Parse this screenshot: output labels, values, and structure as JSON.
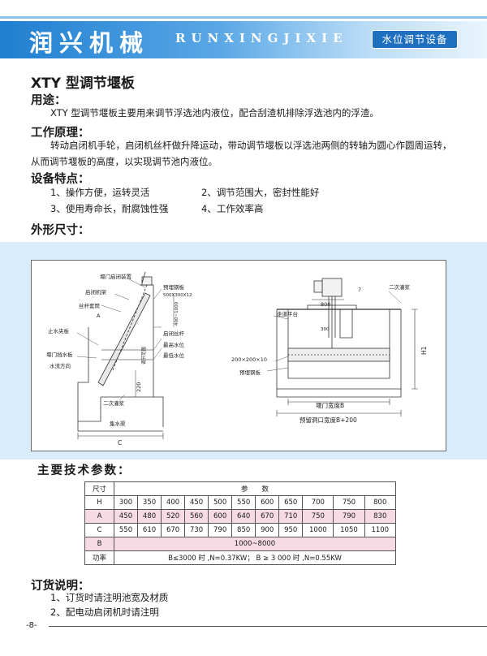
{
  "header": {
    "brand": "润兴机械",
    "pinyin": "RUNXINGJIXIE",
    "category": "水位调节设备"
  },
  "title": "XTY 型调节堰板",
  "sections": {
    "usage": {
      "heading": "用途：",
      "text": "XTY 型调节堰板主要用来调节浮选池内液位，配合刮渣机排除浮选池内的浮渣。"
    },
    "principle": {
      "heading": "工作原理：",
      "line1": "转动启闭机手轮，启闭机丝杆做升降运动，带动调节堰板以浮选池两侧的转轴为圆心作圆周运转，",
      "line2": "从而调节堰板的高度，以实现调节池内液位。"
    },
    "features": {
      "heading": "设备特点：",
      "items": [
        "1、操作方便，运转灵活",
        "2、调节范围大，密封性能好",
        "3、使用寿命长，耐腐蚀性强",
        "4、工作效率高"
      ]
    },
    "dimensions": {
      "heading": "外形尺寸："
    },
    "params": {
      "heading": "主要技术参数："
    },
    "order": {
      "heading": "订货说明：",
      "items": [
        "1、订货时请注明池宽及材质",
        "2、配电动启闭机时请注明"
      ]
    }
  },
  "drawing": {
    "left": {
      "labels": [
        "堰门启闭装置",
        "启闭机架",
        "丝杆套筒",
        "A",
        "止水夹板",
        "堰门挡水板",
        "水流方向",
        "预埋钢板",
        "500X300X12",
        "启闭丝杆",
        "最高水位",
        "最低水位",
        "调节范围",
        "400~1000",
        "220",
        "二次灌浆",
        "集水渠",
        "C"
      ]
    },
    "right": {
      "labels": [
        "800",
        "7",
        "二次灌浆",
        "走道平台",
        "300",
        "200×200×10",
        "预埋钢板",
        "H1",
        "堰门宽度B",
        "预留洞口宽度B+200"
      ]
    }
  },
  "table": {
    "corner": "尺寸",
    "group_header": "参　　数",
    "rows": [
      {
        "label": "H",
        "values": [
          "300",
          "350",
          "400",
          "450",
          "500",
          "550",
          "600",
          "650",
          "700",
          "750",
          "800"
        ]
      },
      {
        "label": "A",
        "values": [
          "450",
          "480",
          "520",
          "560",
          "600",
          "640",
          "670",
          "710",
          "750",
          "790",
          "830"
        ]
      },
      {
        "label": "C",
        "values": [
          "550",
          "610",
          "670",
          "730",
          "790",
          "850",
          "900",
          "950",
          "1000",
          "1050",
          "1100"
        ]
      }
    ],
    "b_label": "B",
    "b_value": "1000~8000",
    "power_label": "功率",
    "power_value": "B≤3000 时 ,N=0.37KW； B ≥ 3 000 时 ,N=0.55KW"
  },
  "footer": {
    "page": "-8-"
  }
}
